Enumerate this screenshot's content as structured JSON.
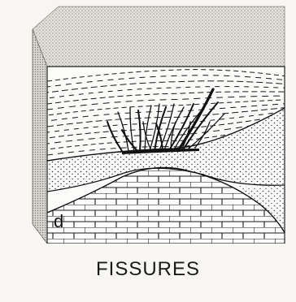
{
  "caption": "FISSURES",
  "layer_label": "d",
  "colors": {
    "ink": "#1a1a1a",
    "paper": "#f7f6f3",
    "top_surface": "#c9c7c1"
  },
  "icons": [
    "block-diagram",
    "fissure-lines",
    "limestone-brick-pattern"
  ]
}
